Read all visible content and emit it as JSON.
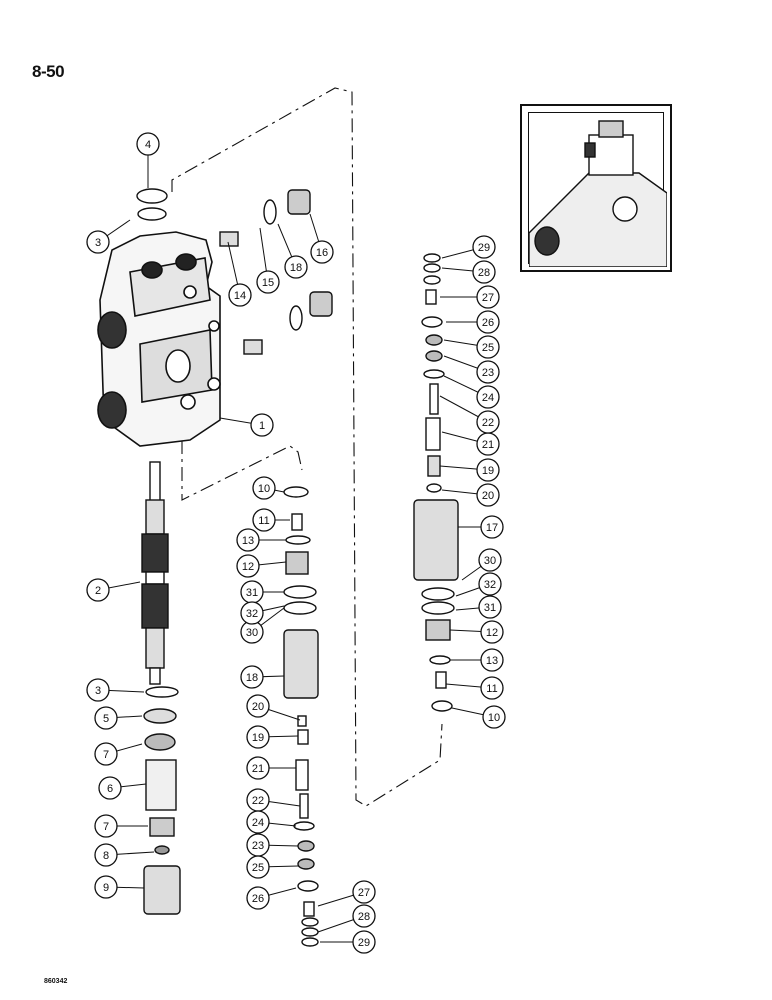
{
  "page_number": "8-50",
  "document_code": "860342",
  "callouts": [
    "1",
    "2",
    "3",
    "3",
    "4",
    "5",
    "6",
    "7",
    "7",
    "8",
    "9",
    "10",
    "10",
    "11",
    "11",
    "12",
    "12",
    "13",
    "13",
    "14",
    "15",
    "16",
    "17",
    "18",
    "18",
    "19",
    "19",
    "20",
    "20",
    "21",
    "21",
    "22",
    "22",
    "23",
    "23",
    "24",
    "24",
    "25",
    "25",
    "26",
    "26",
    "27",
    "27",
    "28",
    "28",
    "29",
    "29",
    "30",
    "30",
    "31",
    "31",
    "32",
    "32"
  ]
}
